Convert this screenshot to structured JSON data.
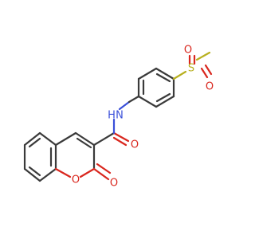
{
  "molecule": {
    "atoms": {
      "o_methylsulfonyl_top": {
        "text": "O",
        "color": "#d9271e"
      },
      "s_sulfonyl": {
        "text": "S",
        "color": "#b8b020"
      },
      "o_methylsulfonyl_bottom": {
        "text": "O",
        "color": "#d9271e"
      },
      "n_amide": {
        "text": "N",
        "color": "#3a4fd9"
      },
      "h_amide": {
        "text": "H",
        "color": "#3a4fd9"
      },
      "o_amide": {
        "text": "O",
        "color": "#d9271e"
      },
      "o_ring": {
        "text": "O",
        "color": "#d9271e"
      },
      "o_lactone": {
        "text": "O",
        "color": "#d9271e"
      }
    },
    "colors": {
      "bond": "#3a3a3a",
      "oxygen": "#d9271e",
      "nitrogen": "#3a4fd9",
      "sulfur": "#b8b020"
    }
  }
}
